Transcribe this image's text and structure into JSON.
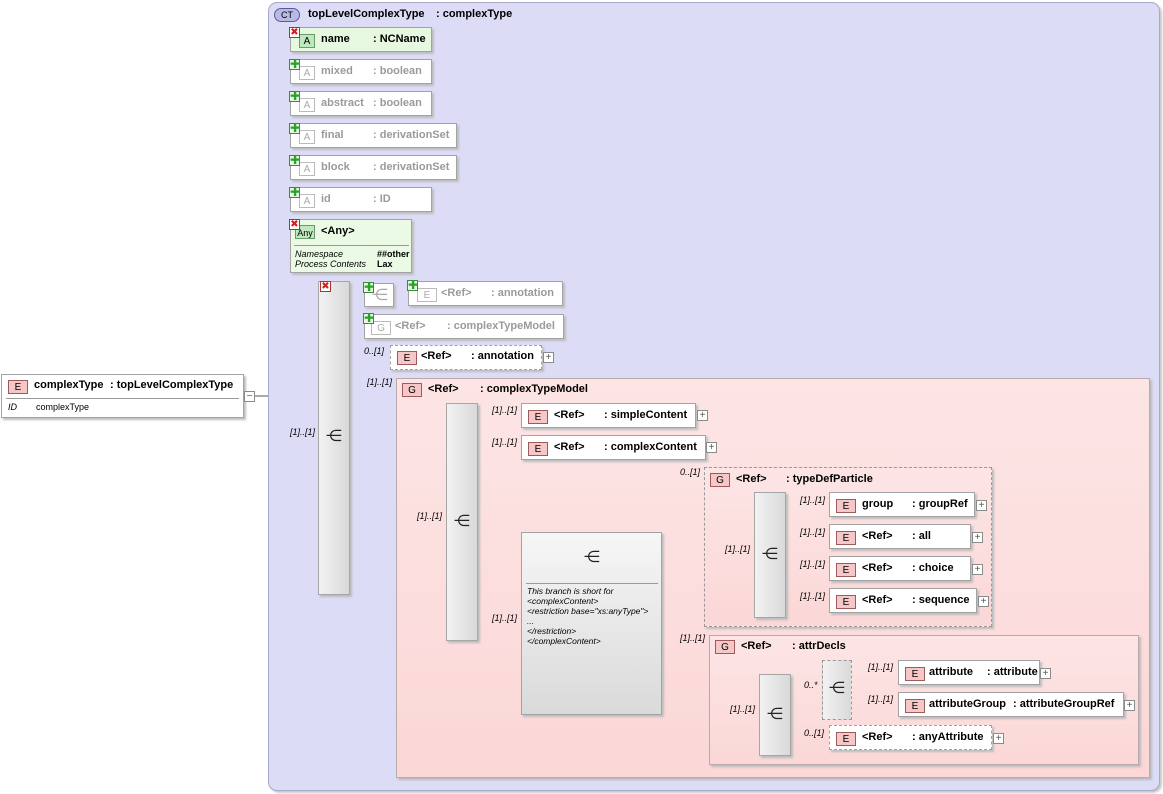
{
  "root": {
    "tag": "E",
    "name": "complexType",
    "type": ": topLevelComplexType",
    "row_key": "ID",
    "row_val": "complexType",
    "collapse": "−"
  },
  "ct": {
    "tag": "CT",
    "title": "topLevelComplexType",
    "type": ": complexType"
  },
  "attrs": [
    {
      "tag": "A",
      "name": "name",
      "type": ": NCName"
    },
    {
      "tag": "A",
      "name": "mixed",
      "type": ": boolean"
    },
    {
      "tag": "A",
      "name": "abstract",
      "type": ": boolean"
    },
    {
      "tag": "A",
      "name": "final",
      "type": ": derivationSet"
    },
    {
      "tag": "A",
      "name": "block",
      "type": ": derivationSet"
    },
    {
      "tag": "A",
      "name": "id",
      "type": ": ID"
    }
  ],
  "any": {
    "tag": "Any",
    "title": "<Any>",
    "ns_key": "Namespace",
    "ns_val": "##other",
    "pc_key": "Process Contents",
    "pc_val": "Lax"
  },
  "struct": {
    "ann_restr": {
      "tag": "E",
      "ref": "<Ref>",
      "type": ": annotation"
    },
    "ctm_restr": {
      "tag": "G",
      "ref": "<Ref>",
      "type": ": complexTypeModel"
    },
    "annotation": {
      "tag": "E",
      "ref": "<Ref>",
      "type": ": annotation",
      "card": "0..[1]"
    },
    "outer_card": "[1]..[1]",
    "ctm_card": "[1]..[1]",
    "ctm": {
      "tag": "G",
      "ref": "<Ref>",
      "type": ": complexTypeModel"
    },
    "choice_card": "[1]..[1]",
    "simpleContent": {
      "tag": "E",
      "ref": "<Ref>",
      "type": ": simpleContent",
      "card": "[1]..[1]"
    },
    "complexContent": {
      "tag": "E",
      "ref": "<Ref>",
      "type": ": complexContent",
      "card": "[1]..[1]"
    },
    "branch_card": "[1]..[1]",
    "branch_note": [
      "This branch is short for",
      "<complexContent>",
      "<restriction base=\"xs:anyType\">",
      "...",
      "</restriction>",
      "</complexContent>"
    ],
    "tdp": {
      "tag": "G",
      "ref": "<Ref>",
      "type": ": typeDefParticle",
      "card": "0..[1]",
      "choice_card": "[1]..[1]"
    },
    "tdp_items": [
      {
        "tag": "E",
        "ref": "group",
        "type": ": groupRef",
        "card": "[1]..[1]"
      },
      {
        "tag": "E",
        "ref": "<Ref>",
        "type": ": all",
        "card": "[1]..[1]"
      },
      {
        "tag": "E",
        "ref": "<Ref>",
        "type": ": choice",
        "card": "[1]..[1]"
      },
      {
        "tag": "E",
        "ref": "<Ref>",
        "type": ": sequence",
        "card": "[1]..[1]"
      }
    ],
    "attrDecls": {
      "tag": "G",
      "ref": "<Ref>",
      "type": ": attrDecls",
      "card": "[1]..[1]",
      "seq_card": "[1]..[1]",
      "choice_card": "0..*"
    },
    "attr_items": [
      {
        "tag": "E",
        "ref": "attribute",
        "type": ": attribute",
        "card": "[1]..[1]"
      },
      {
        "tag": "E",
        "ref": "attributeGroup",
        "type": ": attributeGroupRef",
        "card": "[1]..[1]"
      }
    ],
    "anyAttribute": {
      "tag": "E",
      "ref": "<Ref>",
      "type": ": anyAttribute",
      "card": "0..[1]"
    }
  },
  "icons": {
    "plus": "+",
    "add": "✚",
    "remove": "✖",
    "seq": "⋲",
    "choice": "⋲"
  },
  "colors": {
    "ct_panel": "#dcdcf6",
    "group_panel": "#fbd7d7",
    "attr_tag": "#bfe8bf",
    "elem_tag": "#f6c7c7",
    "any_box": "#eafae4"
  }
}
